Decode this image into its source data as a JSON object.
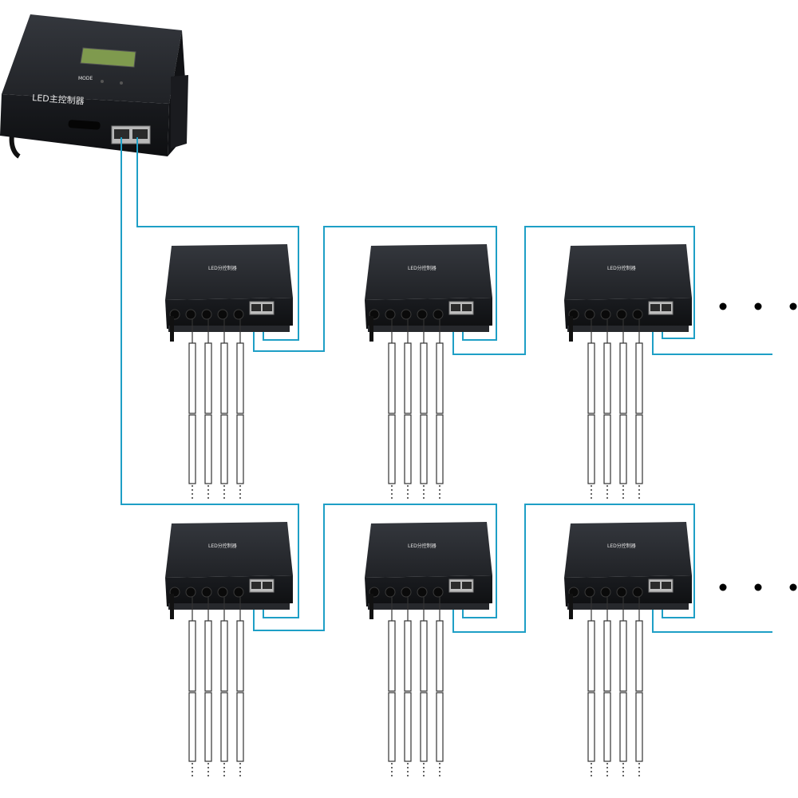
{
  "colors": {
    "cable": "#1e9fc6",
    "device_body": "#1b1d21",
    "device_top": "#2a2d33",
    "device_front": "#15171a",
    "led_tube": "#ffffff",
    "led_outline": "#333333",
    "background": "#ffffff"
  },
  "main_controller": {
    "label": "LED主控制器",
    "button_label": "MODE",
    "icon": "controller-device-icon"
  },
  "sub_controllers": {
    "label": "LED分控制器",
    "icon": "sub-controller-device-icon",
    "rows": [
      {
        "row": 1,
        "count": 3,
        "continues": true
      },
      {
        "row": 2,
        "count": 3,
        "continues": true
      }
    ],
    "outputs_per_controller": 4
  },
  "continuation_glyph": "• • •"
}
